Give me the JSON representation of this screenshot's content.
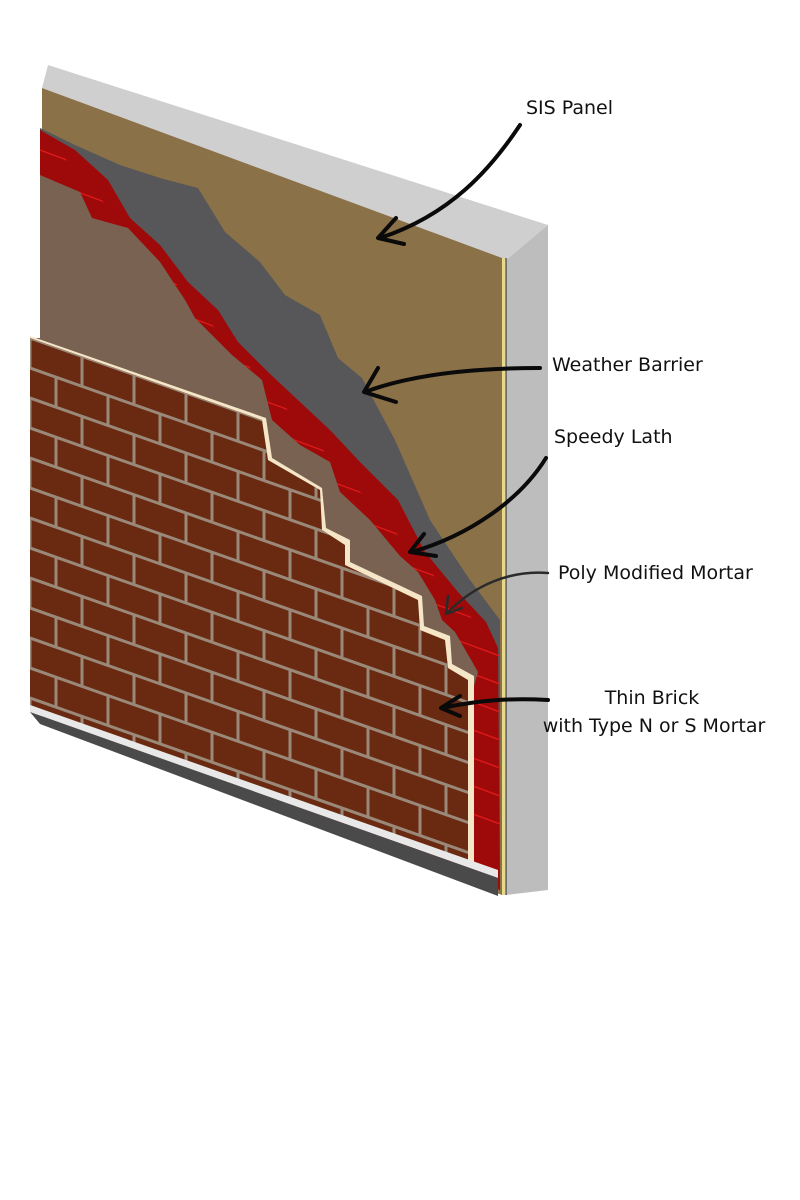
{
  "labels": {
    "sis_panel": "SIS Panel",
    "weather_barrier": "Weather Barrier",
    "speedy_lath": "Speedy Lath",
    "poly_modified_mortar": "Poly Modified Mortar",
    "thin_brick_line1": "Thin Brick",
    "thin_brick_line2": "with Type N or S Mortar"
  },
  "colors": {
    "sis_panel": "#8b7148",
    "panel_edge": "#c4c4c4",
    "weather_barrier": "#57575a",
    "speedy_lath": "#9e0a0a",
    "lath_line": "#e01a1a",
    "scratch_mortar": "#7a6252",
    "setting_mortar": "#f6e6c8",
    "brick": "#6a2a12",
    "brick_mortar": "#9a8878",
    "base": "#4a4a4a",
    "arrow": "#0a0a0a"
  }
}
